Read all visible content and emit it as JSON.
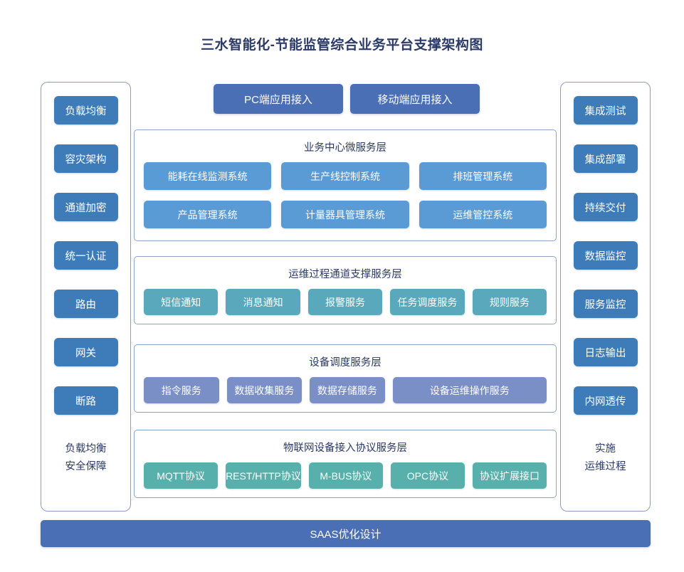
{
  "title": "三水智能化-节能监管综合业务平台支撑架构图",
  "colors": {
    "sidebar_chip": "#3d7cb8",
    "top_button": "#4a6fb4",
    "business_node": "#5b9bd5",
    "ops_node": "#5aa8bb",
    "device_node": "#7b8fc7",
    "iot_node": "#57b0ab",
    "bottom_bar": "#4a6fb4",
    "panel_border": "#8fa2c8",
    "title_text": "#2b3a67"
  },
  "left_column": {
    "items": [
      {
        "label": "负载均衡"
      },
      {
        "label": "容灾架构"
      },
      {
        "label": "通道加密"
      },
      {
        "label": "统一认证"
      },
      {
        "label": "路由"
      },
      {
        "label": "网关"
      },
      {
        "label": "断路"
      }
    ],
    "footer_line1": "负载均衡",
    "footer_line2": "安全保障"
  },
  "right_column": {
    "items": [
      {
        "label": "集成测试"
      },
      {
        "label": "集成部署"
      },
      {
        "label": "持续交付"
      },
      {
        "label": "数据监控"
      },
      {
        "label": "服务监控"
      },
      {
        "label": "日志输出"
      },
      {
        "label": "内网透传"
      }
    ],
    "footer_line1": "实施",
    "footer_line2": "运维过程"
  },
  "top_buttons": [
    {
      "label": "PC端应用接入"
    },
    {
      "label": "移动端应用接入"
    }
  ],
  "layers": {
    "business": {
      "title": "业务中心微服务层",
      "row1": [
        {
          "label": "能耗在线监测系统"
        },
        {
          "label": "生产线控制系统"
        },
        {
          "label": "排班管理系统"
        }
      ],
      "row2": [
        {
          "label": "产品管理系统"
        },
        {
          "label": "计量器具管理系统"
        },
        {
          "label": "运维管控系统"
        }
      ]
    },
    "ops": {
      "title": "运维过程通道支撑服务层",
      "nodes": [
        {
          "label": "短信通知"
        },
        {
          "label": "消息通知"
        },
        {
          "label": "报警服务"
        },
        {
          "label": "任务调度服务"
        },
        {
          "label": "规则服务"
        }
      ]
    },
    "device": {
      "title": "设备调度服务层",
      "nodes": [
        {
          "label": "指令服务"
        },
        {
          "label": "数据收集服务"
        },
        {
          "label": "数据存储服务"
        },
        {
          "label": "设备运维操作服务"
        }
      ]
    },
    "iot": {
      "title": "物联网设备接入协议服务层",
      "nodes": [
        {
          "label": "MQTT协议"
        },
        {
          "label": "REST/HTTP协议"
        },
        {
          "label": "M-BUS协议"
        },
        {
          "label": "OPC协议"
        },
        {
          "label": "协议扩展接口"
        }
      ]
    }
  },
  "bottom_bar": {
    "label": "SAAS优化设计"
  }
}
